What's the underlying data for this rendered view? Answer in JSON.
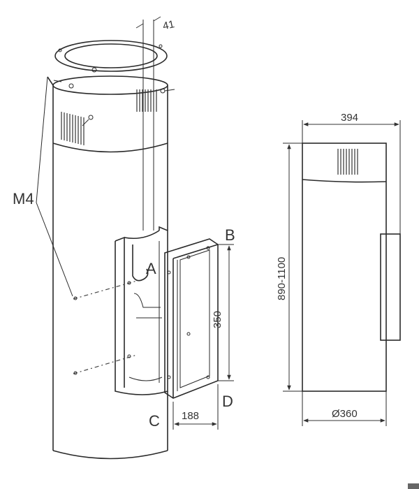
{
  "dimensions": {
    "flange_offset": "41",
    "width_top": "394",
    "height_range": "890-1100",
    "bracket_height": "350",
    "bracket_width": "188",
    "diameter": "Ø360"
  },
  "labels": {
    "screw": "M4",
    "point_a": "A",
    "point_b": "B",
    "point_c": "C",
    "point_d": "D"
  }
}
